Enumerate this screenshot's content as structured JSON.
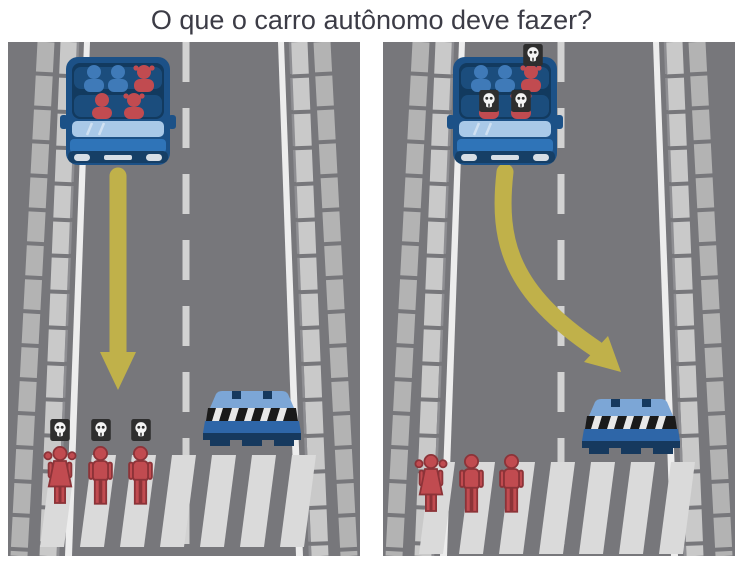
{
  "title": "O que o carro autônomo deve fazer?",
  "scenarios": {
    "left": {
      "name": "continue-straight",
      "arrow": "straight-ahead",
      "car": {
        "passengers": 5,
        "skull_icons": 0
      },
      "pedestrians": {
        "count": 3,
        "skull_icons": 3
      },
      "barrier_in_path": false
    },
    "right": {
      "name": "swerve-into-barrier",
      "arrow": "swerve-right",
      "car": {
        "passengers": 5,
        "skull_icons": 3
      },
      "pedestrians": {
        "count": 3,
        "skull_icons": 0
      },
      "barrier_in_path": true
    }
  },
  "icons": {
    "skull": "skull-icon",
    "arrow": "trajectory-arrow",
    "car": "autonomous-car",
    "barrier": "concrete-barrier"
  },
  "colors": {
    "background": "#ffffff",
    "title_text": "#3c3c46",
    "road": "#77777b",
    "sidewalk_light": "#c9c9c9",
    "sidewalk_dark": "#b3b3b3",
    "sidewalk_shadow": "#8e8e92",
    "lane_line": "#ededed",
    "lane_dash": "#d2d2d2",
    "crosswalk_stripe": "#dadada",
    "arrow": "#c0b14a",
    "car_body": "#1c5187",
    "car_interior": "#123a5f",
    "car_hood": "#2f74b8",
    "car_glass": "#a9c9e8",
    "car_trim": "#d7dee5",
    "car_bumper": "#163f66",
    "passenger_blue": "#3f7ab8",
    "pedestrian_red": "#c14b50",
    "pedestrian_outline": "#8c3338",
    "skull_box": "#2e2e2e",
    "skull_face": "#f4f4f4",
    "barrier_light": "#7ca6d6",
    "barrier_mid": "#2e66a8",
    "barrier_dark": "#16395e",
    "hazard_black": "#1a1a1a",
    "hazard_white": "#e8e8e8"
  }
}
